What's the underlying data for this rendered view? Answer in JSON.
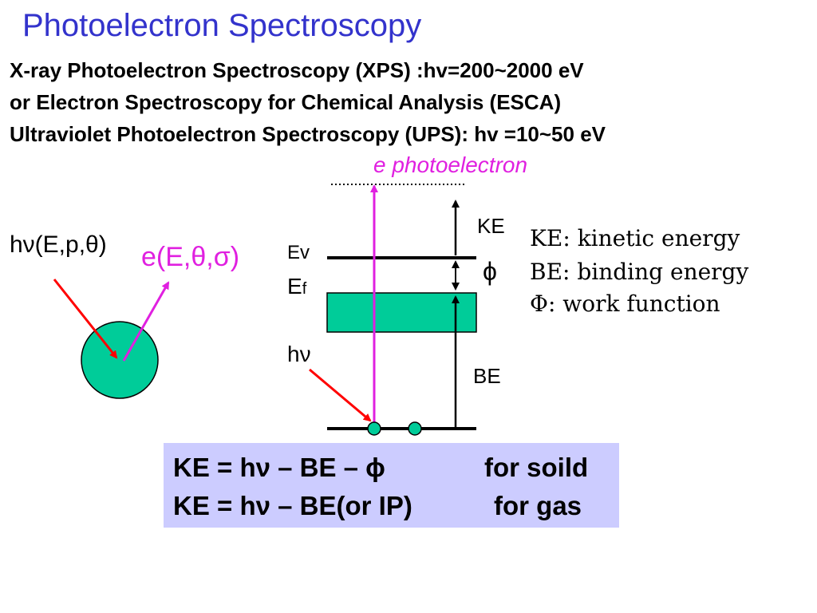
{
  "title": "Photoelectron Spectroscopy",
  "intro": [
    "X-ray Photoelectron Spectroscopy (XPS) :hv=200~2000 eV",
    "or Electron Spectroscopy for Chemical Analysis (ESCA)",
    "Ultraviolet Photoelectron Spectroscopy (UPS): hv =10~50 eV"
  ],
  "diagram": {
    "photoelectron_label": "e  photoelectron",
    "incoming_label": "hν(E,p,θ)",
    "outgoing_label": "e(E,θ,σ)",
    "ev_label": "Ev",
    "ef_label_main": "E",
    "ef_label_sub": "f",
    "hv_label": "hν",
    "ke_label": "KE",
    "phi_label": "ϕ",
    "be_label": "BE"
  },
  "legend": [
    "KE: kinetic energy",
    "BE: binding energy",
    "Φ: work function"
  ],
  "equations": [
    {
      "formula": "KE = hν – BE – ϕ",
      "condition": "for soild"
    },
    {
      "formula": "KE = hν – BE(or IP)",
      "condition": "for gas"
    }
  ],
  "colors": {
    "title": "#3333cc",
    "photoelectron": "#e020e0",
    "incoming_photon": "#ff0000",
    "band": "#00cc99",
    "equation_box": "#ccccff"
  }
}
